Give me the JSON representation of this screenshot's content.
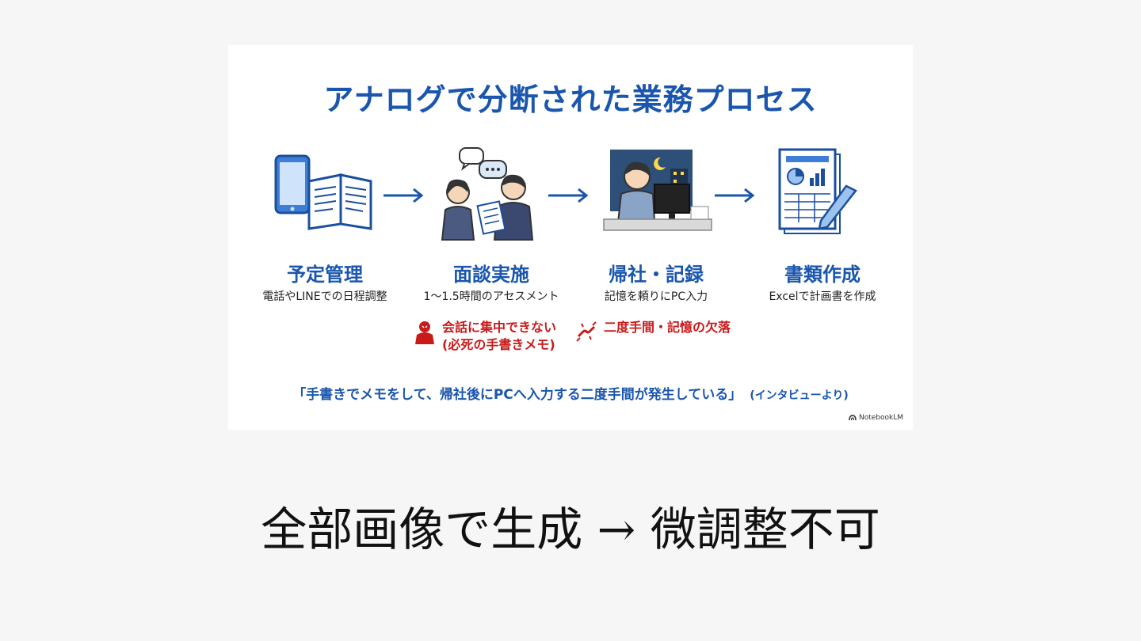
{
  "slide": {
    "title": "アナログで分断された業務プロセス",
    "steps": [
      {
        "title": "予定管理",
        "desc": "電話やLINEでの日程調整",
        "icon": "phone-notebook-icon"
      },
      {
        "title": "面談実施",
        "desc": "1〜1.5時間のアセスメント",
        "icon": "interview-icon"
      },
      {
        "title": "帰社・記録",
        "desc": "記憶を頼りにPC入力",
        "icon": "night-pc-icon"
      },
      {
        "title": "書類作成",
        "desc": "Excelで計画書を作成",
        "icon": "document-chart-icon"
      }
    ],
    "pains": [
      {
        "line1": "会話に集中できない",
        "line2": "(必死の手書きメモ)",
        "icon": "stress-person-icon"
      },
      {
        "line1": "二度手間・記憶の欠落",
        "icon": "broken-link-icon"
      }
    ],
    "quote": "「手書きでメモをして、帰社後にPCへ入力する二度手間が発生している」",
    "quote_source": "(インタビューより)",
    "watermark": "NotebookLM"
  },
  "caption": "全部画像で生成 → 微調整不可",
  "colors": {
    "accent": "#1a56ad",
    "alert": "#c91a1a",
    "background": "#f6f6f6"
  }
}
